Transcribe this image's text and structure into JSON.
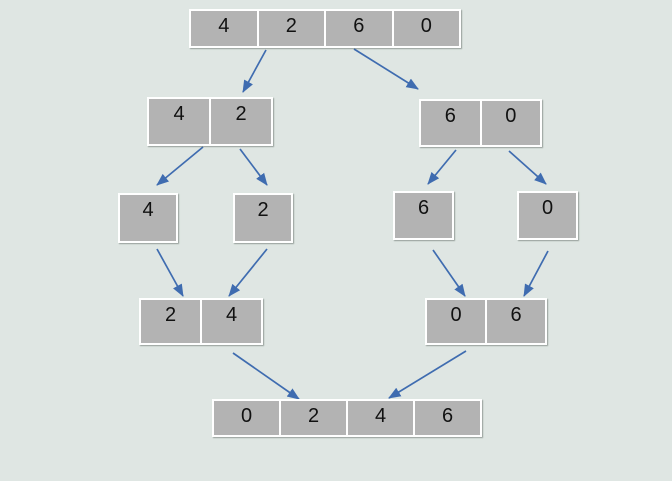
{
  "colors": {
    "background": "#dfe6e3",
    "cell_fill": "#b3b3b3",
    "cell_border": "#ffffff",
    "arrow": "#3f6cb0",
    "text": "#111111"
  },
  "tree": {
    "levels": [
      {
        "boxes": [
          {
            "cells": [
              "4",
              "2",
              "6",
              "0"
            ]
          }
        ]
      },
      {
        "boxes": [
          {
            "cells": [
              "4",
              "2"
            ]
          },
          {
            "cells": [
              "6",
              "0"
            ]
          }
        ]
      },
      {
        "boxes": [
          {
            "cells": [
              "4"
            ]
          },
          {
            "cells": [
              "2"
            ]
          },
          {
            "cells": [
              "6"
            ]
          },
          {
            "cells": [
              "0"
            ]
          }
        ]
      },
      {
        "boxes": [
          {
            "cells": [
              "2",
              "4"
            ]
          },
          {
            "cells": [
              "0",
              "6"
            ]
          }
        ]
      },
      {
        "boxes": [
          {
            "cells": [
              "0",
              "2",
              "4",
              "6"
            ]
          }
        ]
      }
    ]
  }
}
